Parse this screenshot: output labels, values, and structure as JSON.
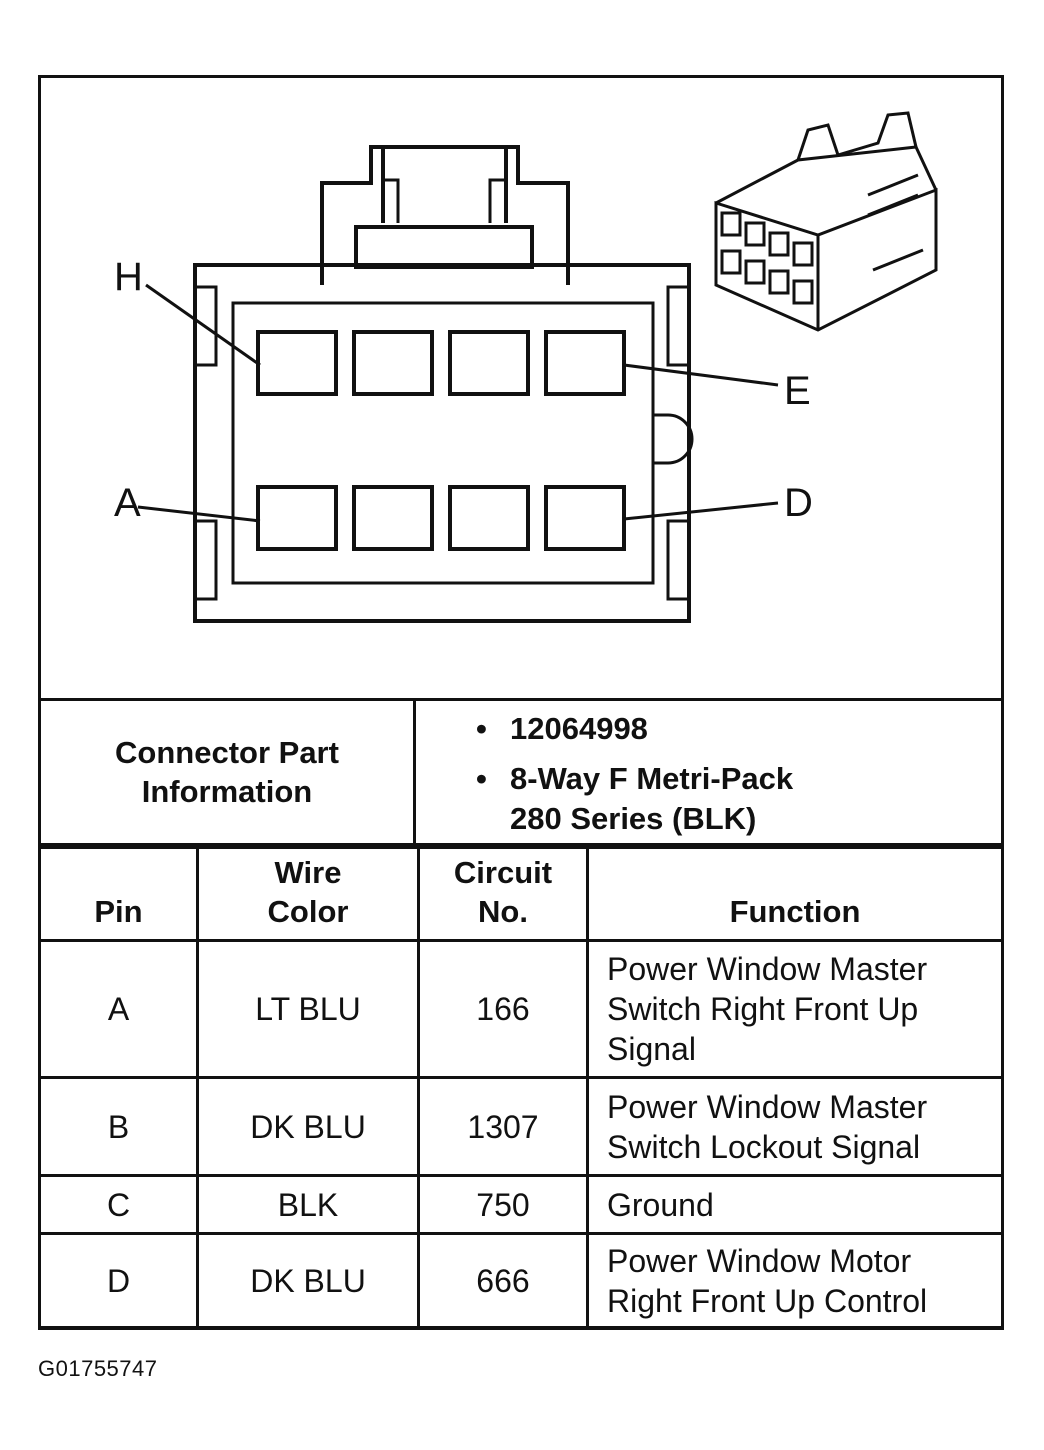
{
  "connector_view": {
    "pin_labels": {
      "H": "H",
      "E": "E",
      "A": "A",
      "D": "D"
    }
  },
  "connector_info": {
    "label": "Connector Part Information",
    "bullets": [
      "12064998",
      "8-Way F Metri-Pack 280 Series (BLK)"
    ]
  },
  "pin_table": {
    "headers": {
      "pin": "Pin",
      "wire_color": "Wire Color",
      "circuit_no": "Circuit No.",
      "function": "Function"
    },
    "rows": [
      {
        "pin": "A",
        "wire_color": "LT BLU",
        "circuit_no": "166",
        "function": "Power Window Master Switch Right Front Up Signal"
      },
      {
        "pin": "B",
        "wire_color": "DK BLU",
        "circuit_no": "1307",
        "function": "Power Window Master Switch Lockout Signal"
      },
      {
        "pin": "C",
        "wire_color": "BLK",
        "circuit_no": "750",
        "function": "Ground"
      },
      {
        "pin": "D",
        "wire_color": "DK BLU",
        "circuit_no": "666",
        "function": "Power Window Motor Right Front Up Control"
      }
    ]
  },
  "footer": {
    "code": "G01755747"
  }
}
